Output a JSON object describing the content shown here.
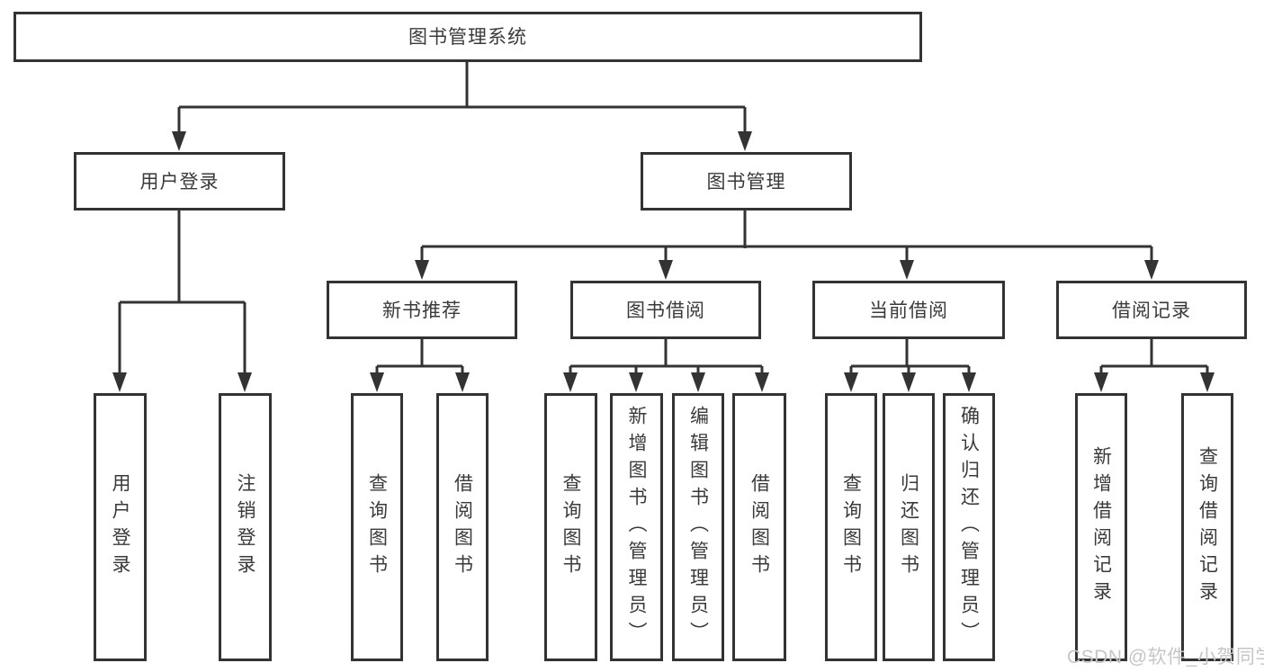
{
  "title": {
    "label": "图书管理系统"
  },
  "nodes": {
    "user_login": {
      "label": "用户登录"
    },
    "book_management": {
      "label": "图书管理"
    },
    "new_book_recommend": {
      "label": "新书推荐"
    },
    "book_borrow": {
      "label": "图书借阅"
    },
    "current_borrow": {
      "label": "当前借阅"
    },
    "borrow_record": {
      "label": "借阅记录"
    },
    "leaf_user_login": {
      "label": "用户登录"
    },
    "leaf_logout": {
      "label": "注销登录"
    },
    "leaf_nb_query": {
      "label": "查询图书"
    },
    "leaf_nb_borrow": {
      "label": "借阅图书"
    },
    "leaf_bb_query": {
      "label": "查询图书"
    },
    "leaf_bb_add": {
      "label": "新增图书（管理员）"
    },
    "leaf_bb_edit": {
      "label": "编辑图书（管理员）"
    },
    "leaf_bb_borrow": {
      "label": "借阅图书"
    },
    "leaf_cb_query": {
      "label": "查询图书"
    },
    "leaf_cb_return": {
      "label": "归还图书"
    },
    "leaf_cb_confirm": {
      "label": "确认归还（管理员）"
    },
    "leaf_br_add": {
      "label": "新增借阅记录"
    },
    "leaf_br_query": {
      "label": "查询借阅记录"
    }
  },
  "watermark": {
    "text": "CSDN @软件_小贺同学"
  },
  "colors": {
    "line": "#333333",
    "text": "#3a3a3a",
    "watermark": "#c6c6c6",
    "background": "#ffffff"
  }
}
